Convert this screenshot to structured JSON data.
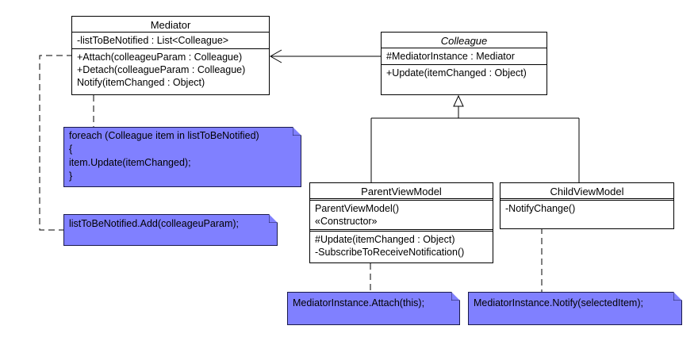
{
  "mediator": {
    "name": "Mediator",
    "attributes": [
      "-listToBeNotified : List<Colleague>"
    ],
    "operations": [
      "+Attach(colleageuParam : Colleague)",
      "+Detach(colleagueParam : Colleague)",
      "Notify(itemChanged : Object)"
    ]
  },
  "colleague": {
    "name": "Colleague",
    "abstract": true,
    "attributes": [
      "#MediatorInstance : Mediator"
    ],
    "operations": [
      "+Update(itemChanged : Object)"
    ]
  },
  "parent_view_model": {
    "name": "ParentViewModel",
    "constructors": [
      "ParentViewModel()",
      "«Constructor»"
    ],
    "operations": [
      "#Update(itemChanged : Object)",
      "-SubscribeToReceiveNotification()"
    ]
  },
  "child_view_model": {
    "name": "ChildViewModel",
    "operations": [
      "-NotifyChange()"
    ]
  },
  "notes": {
    "notify_body": [
      "foreach (Colleague item in listToBeNotified)",
      "{",
      "item.Update(itemChanged);",
      "}"
    ],
    "attach_body": "listToBeNotified.Add(colleageuParam);",
    "parent_attach": "MediatorInstance.Attach(this);",
    "child_notify": "MediatorInstance.Notify(selectedItem);"
  },
  "colors": {
    "note_fill": "#8080ff",
    "line": "#000000"
  }
}
